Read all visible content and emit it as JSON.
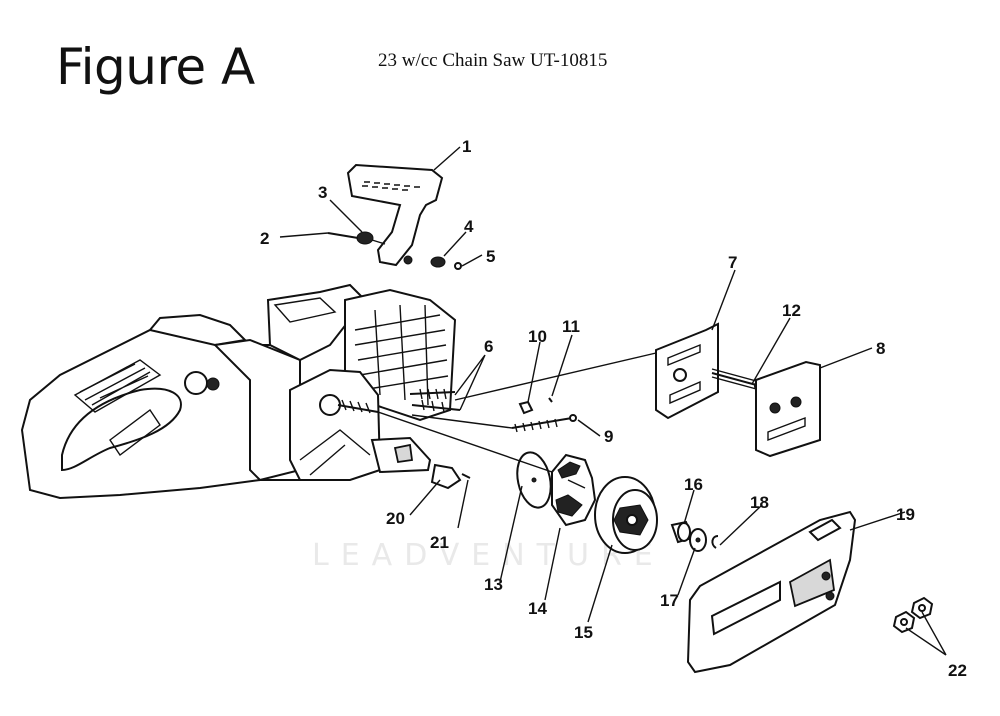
{
  "figure_title": "Figure A",
  "subtitle": "23 w/cc Chain Saw UT-10815",
  "watermark": "LEADVENTURE",
  "callouts": [
    "1",
    "2",
    "3",
    "4",
    "5",
    "6",
    "7",
    "8",
    "9",
    "10",
    "11",
    "12",
    "13",
    "14",
    "15",
    "16",
    "17",
    "18",
    "19",
    "20",
    "21",
    "22"
  ]
}
